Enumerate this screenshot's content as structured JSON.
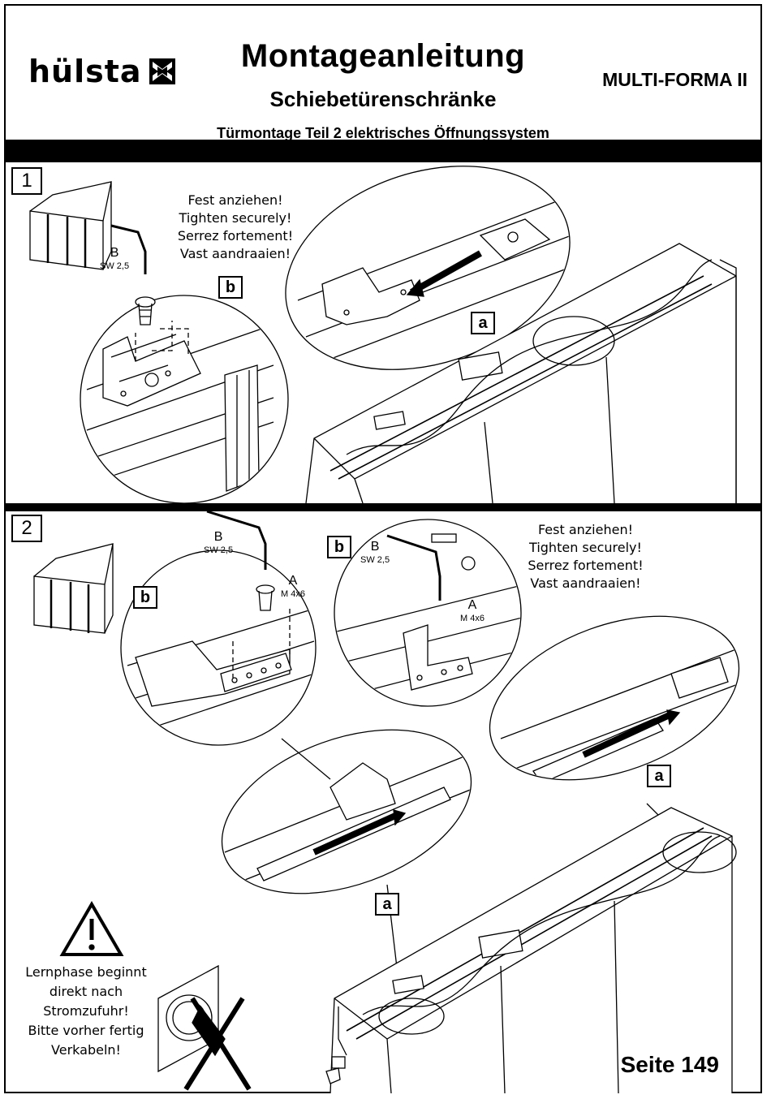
{
  "header": {
    "brand": "hülsta",
    "title": "Montageanleitung",
    "subtitle": "Schiebetürenschränke",
    "model": "MULTI-FORMA II",
    "caption": "Türmontage Teil 2 elektrisches Öffnungssystem"
  },
  "step1": {
    "number": "1",
    "tool": {
      "letter": "B",
      "size": "SW 2,5"
    },
    "callout_b": "b",
    "callout_a": "a",
    "tighten_notes": [
      "Fest anziehen!",
      "Tighten securely!",
      "Serrez fortement!",
      "Vast aandraaien!"
    ]
  },
  "step2": {
    "number": "2",
    "tool_left": {
      "letter": "B",
      "size": "SW 2,5"
    },
    "screw_left": {
      "letter": "A",
      "size": "M 4x6"
    },
    "tool_right": {
      "letter": "B",
      "size": "SW 2,5"
    },
    "screw_right": {
      "letter": "A",
      "size": "M 4x6"
    },
    "callout_b_left": "b",
    "callout_b_right": "b",
    "callout_a_right": "a",
    "callout_a_bottom": "a",
    "tighten_notes": [
      "Fest anziehen!",
      "Tighten securely!",
      "Serrez fortement!",
      "Vast aandraaien!"
    ],
    "warning_lines": [
      "Lernphase beginnt",
      "direkt nach",
      "Stromzufuhr!",
      "Bitte vorher fertig",
      "Verkabeln!"
    ]
  },
  "footer": {
    "page": "Seite 149"
  }
}
